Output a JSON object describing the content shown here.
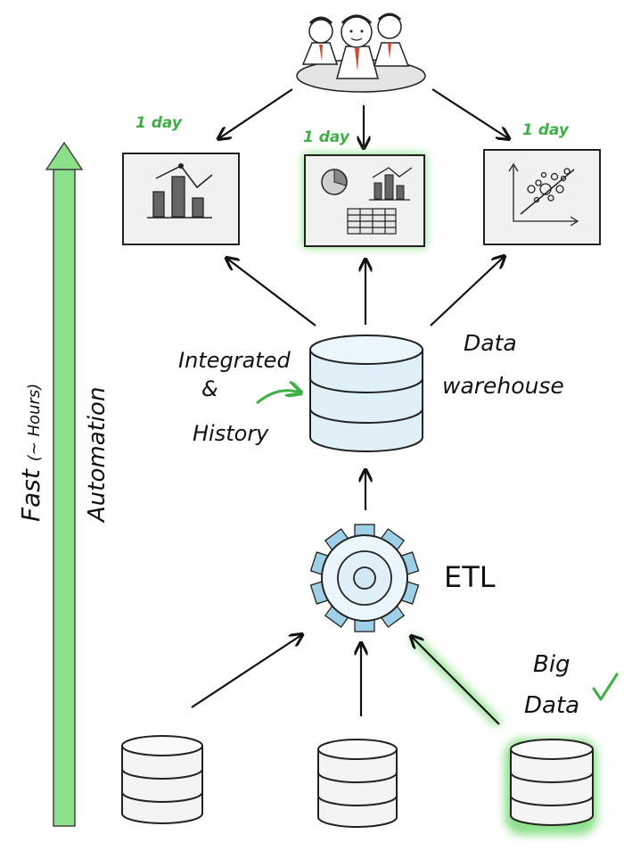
{
  "labels": {
    "day_1": "1 day",
    "day_2": "1 day",
    "day_3": "1 day",
    "data_warehouse_line1": "Data",
    "data_warehouse_line2": "warehouse",
    "integrated_line1": "Integrated",
    "integrated_line2": "&",
    "integrated_line3": "History",
    "etl": "ETL",
    "big_data_line1": "Big",
    "big_data_line2": "Data",
    "fast": "Fast",
    "fast_sub": "(~ Hours)",
    "automation": "Automation"
  },
  "colors": {
    "accent_green": "#3cb043",
    "glow_green": "#8de08a",
    "gear_blue": "#9fd0e8",
    "db_blue": "#dff0f8",
    "paper": "#f1f1f1",
    "ink": "#111111"
  },
  "icons": [
    "people-icon",
    "bar-chart-icon",
    "pie-chart-icon",
    "table-icon",
    "scatter-plot-icon",
    "database-icon",
    "gear-icon",
    "checkmark-icon",
    "arrow-icon"
  ]
}
